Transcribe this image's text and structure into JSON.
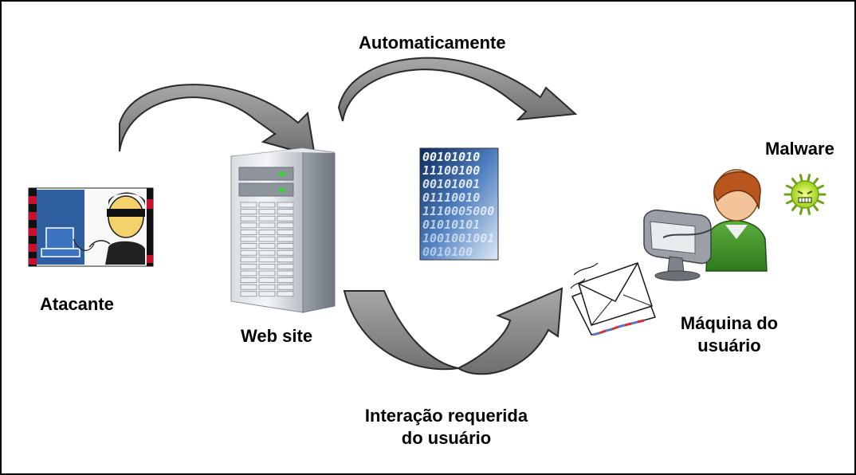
{
  "labels": {
    "automatic": "Automaticamente",
    "malware": "Malware",
    "attacker": "Atacante",
    "website": "Web site",
    "user_machine_line1": "Máquina do",
    "user_machine_line2": "usuário",
    "interaction_line1": "Interação requerida",
    "interaction_line2": "do usuário"
  },
  "binary_lines": [
    "00101010",
    "11100100",
    "00101001",
    "01110010",
    "1110005000",
    "01010101",
    "1001001001",
    "0010100"
  ],
  "icons": {
    "attacker": "hacker-at-computer-icon",
    "server": "server-tower-icon",
    "binary": "binary-code-icon",
    "user": "user-at-computer-icon",
    "virus": "virus-icon",
    "email": "envelope-icon"
  },
  "colors": {
    "arrow_fill": "#8c8c8c",
    "arrow_stroke": "#2a2a2a",
    "border": "#000000"
  }
}
